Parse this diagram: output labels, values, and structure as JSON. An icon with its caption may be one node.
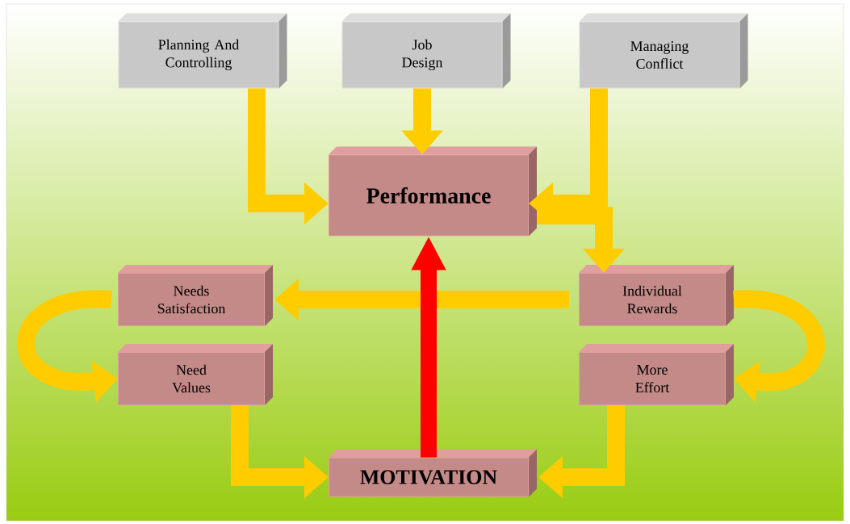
{
  "diagram": {
    "nodes": [
      {
        "text": [
          "Planning And Controlling"
        ]
      },
      {
        "text": [
          "Job Design"
        ]
      },
      {
        "text": [
          "Managing Conflict"
        ]
      },
      {
        "text": [
          "Performance"
        ]
      },
      {
        "text": [
          "Needs Satisfaction"
        ]
      },
      {
        "text": [
          "Individual Rewards"
        ]
      },
      {
        "text": [
          "Need Values"
        ]
      },
      {
        "text": [
          "More Effort"
        ]
      },
      {
        "text": [
          "MOTIVATION"
        ]
      }
    ],
    "edges": [
      {
        "from": 0,
        "to": 3,
        "arrow": "to"
      },
      {
        "from": 1,
        "to": 3,
        "arrow": "to"
      },
      {
        "from": 2,
        "to": 3,
        "arrow": "to"
      },
      {
        "from": 3,
        "to": 5,
        "arrow": "to"
      },
      {
        "from": 5,
        "to": 4,
        "arrow": "to"
      },
      {
        "from": 4,
        "to": 6,
        "arrow": "to"
      },
      {
        "from": 5,
        "to": 7,
        "arrow": "to"
      },
      {
        "from": 6,
        "to": 8,
        "arrow": "to"
      },
      {
        "from": 7,
        "to": 8,
        "arrow": "to"
      },
      {
        "from": 8,
        "to": 3,
        "arrow": "to",
        "color": "#ff0000"
      }
    ]
  }
}
